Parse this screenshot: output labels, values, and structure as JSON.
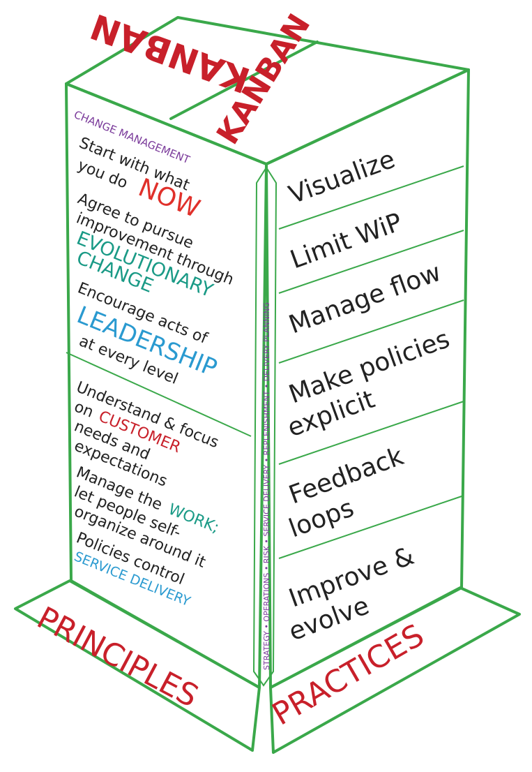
{
  "top": {
    "left_label": "KANBAN",
    "right_label": "KANBAN"
  },
  "principles": {
    "header": "CHANGE MANAGEMENT",
    "items": [
      {
        "lines": [
          "Start with what",
          "you do"
        ],
        "highlight": "NOW"
      },
      {
        "lines": [
          "Agree to pursue",
          "improvement through"
        ],
        "highlight_lines": [
          "EVOLUTIONARY",
          "CHANGE"
        ]
      },
      {
        "lines": [
          "Encourage acts of"
        ],
        "highlight": "LEADERSHIP",
        "after": "at every level"
      },
      {
        "pre": [
          "Understand & focus",
          "on"
        ],
        "highlight": "CUSTOMER",
        "lines": [
          "needs and",
          "expectations"
        ]
      },
      {
        "pre": [
          "Manage the"
        ],
        "highlight": "WORK;",
        "lines": [
          "let people self-",
          "organize around it"
        ]
      },
      {
        "lines": [
          "Policies control"
        ],
        "highlight": "SERVICE DELIVERY"
      }
    ],
    "base_label": "PRINCIPLES"
  },
  "cadences": "STRATEGY • OPERATIONS • RISK • SERVICE DELIVERY • REPLENISHMENT • DELIVERY PLANNING",
  "practices": {
    "items": [
      {
        "lines": [
          "Visualize"
        ]
      },
      {
        "lines": [
          "Limit WiP"
        ]
      },
      {
        "lines": [
          "Manage flow"
        ]
      },
      {
        "lines": [
          "Make policies",
          "explicit"
        ]
      },
      {
        "lines": [
          "Feedback",
          "loops"
        ]
      },
      {
        "lines": [
          "Improve &",
          "evolve"
        ]
      }
    ],
    "base_label": "PRACTICES"
  },
  "colors": {
    "edge": "#3aa84a",
    "red": "#e0302a",
    "teal": "#1a9a86",
    "blue": "#2a9ad0",
    "purple": "#7a3a9a"
  }
}
